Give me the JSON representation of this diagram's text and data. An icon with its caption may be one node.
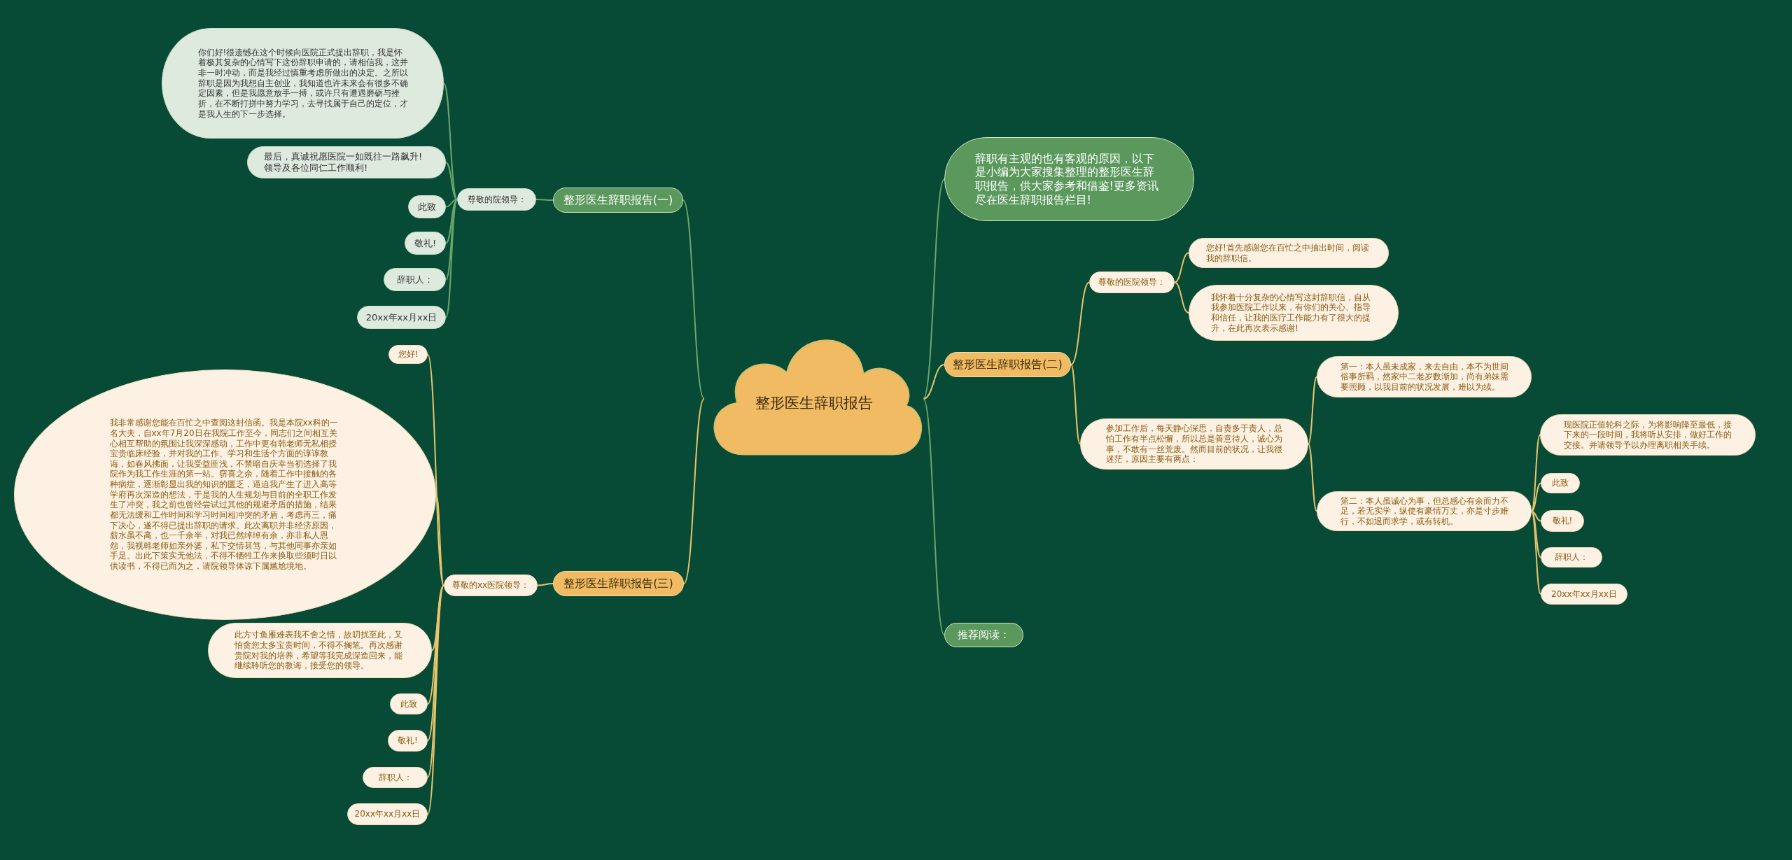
{
  "diagram": {
    "nodes": [
      {
        "text": [
          "整形医生辞职报告"
        ]
      },
      {
        "text": [
          "整形医生辞职报告(一)"
        ]
      },
      {
        "text": [
          "尊敬的院领导："
        ]
      },
      {
        "text": [
          "你们好!很遗憾在这个时候向医院正式提出辞职，我是怀着极其复杂的心情写下这份辞职申请的，请相信我，这并非一时冲动，而是我经过慎重考虑所做出的决定。之所以辞职是因为我想自主创业，我知道也许未来会有很多不确定因素，但是我愿意放手一搏，或许只有遭遇磨砺与挫折，在不断打拼中努力学习，去寻找属于自己的定位，才是我人生的下一步选择。"
        ]
      },
      {
        "text": [
          "最后，真诚祝愿医院一如既往一路飙升!领导及各位同仁工作顺利!"
        ]
      },
      {
        "text": [
          "此致"
        ]
      },
      {
        "text": [
          "敬礼!"
        ]
      },
      {
        "text": [
          "辞职人："
        ]
      },
      {
        "text": [
          "20xx年xx月xx日"
        ]
      },
      {
        "text": [
          "辞职有主观的也有客观的原因，以下是小编为大家搜集整理的整形医生辞职报告，供大家参考和借鉴!更多资讯尽在医生辞职报告栏目!"
        ]
      },
      {
        "text": [
          "整形医生辞职报告(二)"
        ]
      },
      {
        "text": [
          "尊敬的医院领导："
        ]
      },
      {
        "text": [
          "您好!首先感谢您在百忙之中抽出时间，阅读我的辞职信。"
        ]
      },
      {
        "text": [
          "我怀着十分复杂的心情写这封辞职信，自从我参加医院工作以来，有你们的关心、指导和信任，让我的医疗工作能力有了很大的提升，在此再次表示感谢!"
        ]
      },
      {
        "text": [
          "参加工作后，每天静心深思，自责多于责人，总怕工作有半点松懈，所以总是善意待人，诚心为事，不敢有一丝荒废。然而目前的状况，让我很迷茫，原因主要有两点："
        ]
      },
      {
        "text": [
          "第一：本人虽未成家，来去自由，本不为世间俗事所羁，然家中二老岁数渐加，尚有弟妹需要照顾，以我目前的状况发展，难以为续。"
        ]
      },
      {
        "text": [
          "第二：本人虽诚心为事，但总感心有余而力不足，若无实学，纵使有豪情万丈，亦是寸步难行，不如退而求学，或有转机。"
        ]
      },
      {
        "text": [
          "现医院正值轮科之际，为将影响降至最低，接下来的一段时间，我将听从安排，做好工作的交接。并请领导予以办理离职相关手续。"
        ]
      },
      {
        "text": [
          "此致"
        ]
      },
      {
        "text": [
          "敬礼!"
        ]
      },
      {
        "text": [
          "辞职人："
        ]
      },
      {
        "text": [
          "20xx年xx月xx日"
        ]
      },
      {
        "text": [
          "推荐阅读："
        ]
      },
      {
        "text": [
          "整形医生辞职报告(三)"
        ]
      },
      {
        "text": [
          "尊敬的xx医院领导："
        ]
      },
      {
        "text": [
          "您好!"
        ]
      },
      {
        "text": [
          "我非常感谢您能在百忙之中查阅这封信函。我是本院xx科的一名大夫，自xx年7月20日在我院工作至今，同志们之间相互关心相互帮助的氛围让我深深感动，工作中更有韩老师无私相授宝贵临床经验，并对我的工作、学习和生活个方面的谆谆教诲，如春风拂面，让我受益匪浅，不禁暗自庆幸当初选择了我院作为我工作生涯的第一站。窃喜之余，随着工作中接触的各种病症，逐渐彰显出我的知识的匮乏，逼迫我产生了进入高等学府再次深造的想法，于是我的人生规划与目前的全职工作发生了冲突，我之前也曾经尝试过其他的规避矛盾的措施，结果都无法缓和工作时间和学习时间相冲突的矛盾，考虑再三，痛下决心，遂不得已提出辞职的请求。此次离职并非经济原因，薪水虽不高，也一千余半，对我已然绰绰有余，亦非私人恩怨，我视韩老师如亲外婆，私下交情甚笃，与其他同事亦亲如手足。出此下策实无他法，不得不牺牲工作来换取些须时日以供读书，不得已而为之，请院领导体谅下属尴尬境地。"
        ]
      },
      {
        "text": [
          "此方寸鱼雁难表我不舍之情，故叨扰至此，又怕贪您太多宝贵时间，不得不搁笔。再次感谢贵院对我的培养，希望等我完成深造回来，能继续聆听您的教诲，接受您的领导。"
        ]
      },
      {
        "text": [
          "此致"
        ]
      },
      {
        "text": [
          "敬礼!"
        ]
      },
      {
        "text": [
          "辞职人："
        ]
      },
      {
        "text": [
          "20xx年xx月xx日"
        ]
      }
    ],
    "edges": [
      {
        "from": 0,
        "to": 1,
        "arrow": "none",
        "color": "#6aa66a"
      },
      {
        "from": 1,
        "to": 2,
        "arrow": "none",
        "color": "#6aa66a"
      },
      {
        "from": 2,
        "to": 3,
        "arrow": "none",
        "color": "#6aa66a"
      },
      {
        "from": 2,
        "to": 4,
        "arrow": "none",
        "color": "#6aa66a"
      },
      {
        "from": 2,
        "to": 5,
        "arrow": "none",
        "color": "#6aa66a"
      },
      {
        "from": 2,
        "to": 6,
        "arrow": "none",
        "color": "#6aa66a"
      },
      {
        "from": 2,
        "to": 7,
        "arrow": "none",
        "color": "#6aa66a"
      },
      {
        "from": 2,
        "to": 8,
        "arrow": "none",
        "color": "#6aa66a"
      },
      {
        "from": 0,
        "to": 9,
        "arrow": "none",
        "color": "#6aa66a"
      },
      {
        "from": 0,
        "to": 10,
        "arrow": "none"
      },
      {
        "from": 10,
        "to": 11,
        "arrow": "none"
      },
      {
        "from": 11,
        "to": 12,
        "arrow": "none"
      },
      {
        "from": 11,
        "to": 13,
        "arrow": "none"
      },
      {
        "from": 10,
        "to": 14,
        "arrow": "none"
      },
      {
        "from": 14,
        "to": 15,
        "arrow": "none"
      },
      {
        "from": 14,
        "to": 16,
        "arrow": "none"
      },
      {
        "from": 16,
        "to": 17,
        "arrow": "none"
      },
      {
        "from": 16,
        "to": 18,
        "arrow": "none"
      },
      {
        "from": 16,
        "to": 19,
        "arrow": "none"
      },
      {
        "from": 16,
        "to": 20,
        "arrow": "none"
      },
      {
        "from": 16,
        "to": 21,
        "arrow": "none"
      },
      {
        "from": 0,
        "to": 22,
        "arrow": "none",
        "color": "#6aa66a"
      },
      {
        "from": 0,
        "to": 23,
        "arrow": "none"
      },
      {
        "from": 23,
        "to": 24,
        "arrow": "none"
      },
      {
        "from": 24,
        "to": 25,
        "arrow": "none"
      },
      {
        "from": 24,
        "to": 26,
        "arrow": "none"
      },
      {
        "from": 24,
        "to": 27,
        "arrow": "none"
      },
      {
        "from": 24,
        "to": 28,
        "arrow": "none"
      },
      {
        "from": 24,
        "to": 29,
        "arrow": "none"
      },
      {
        "from": 24,
        "to": 30,
        "arrow": "none"
      },
      {
        "from": 24,
        "to": 31,
        "arrow": "none"
      }
    ]
  }
}
